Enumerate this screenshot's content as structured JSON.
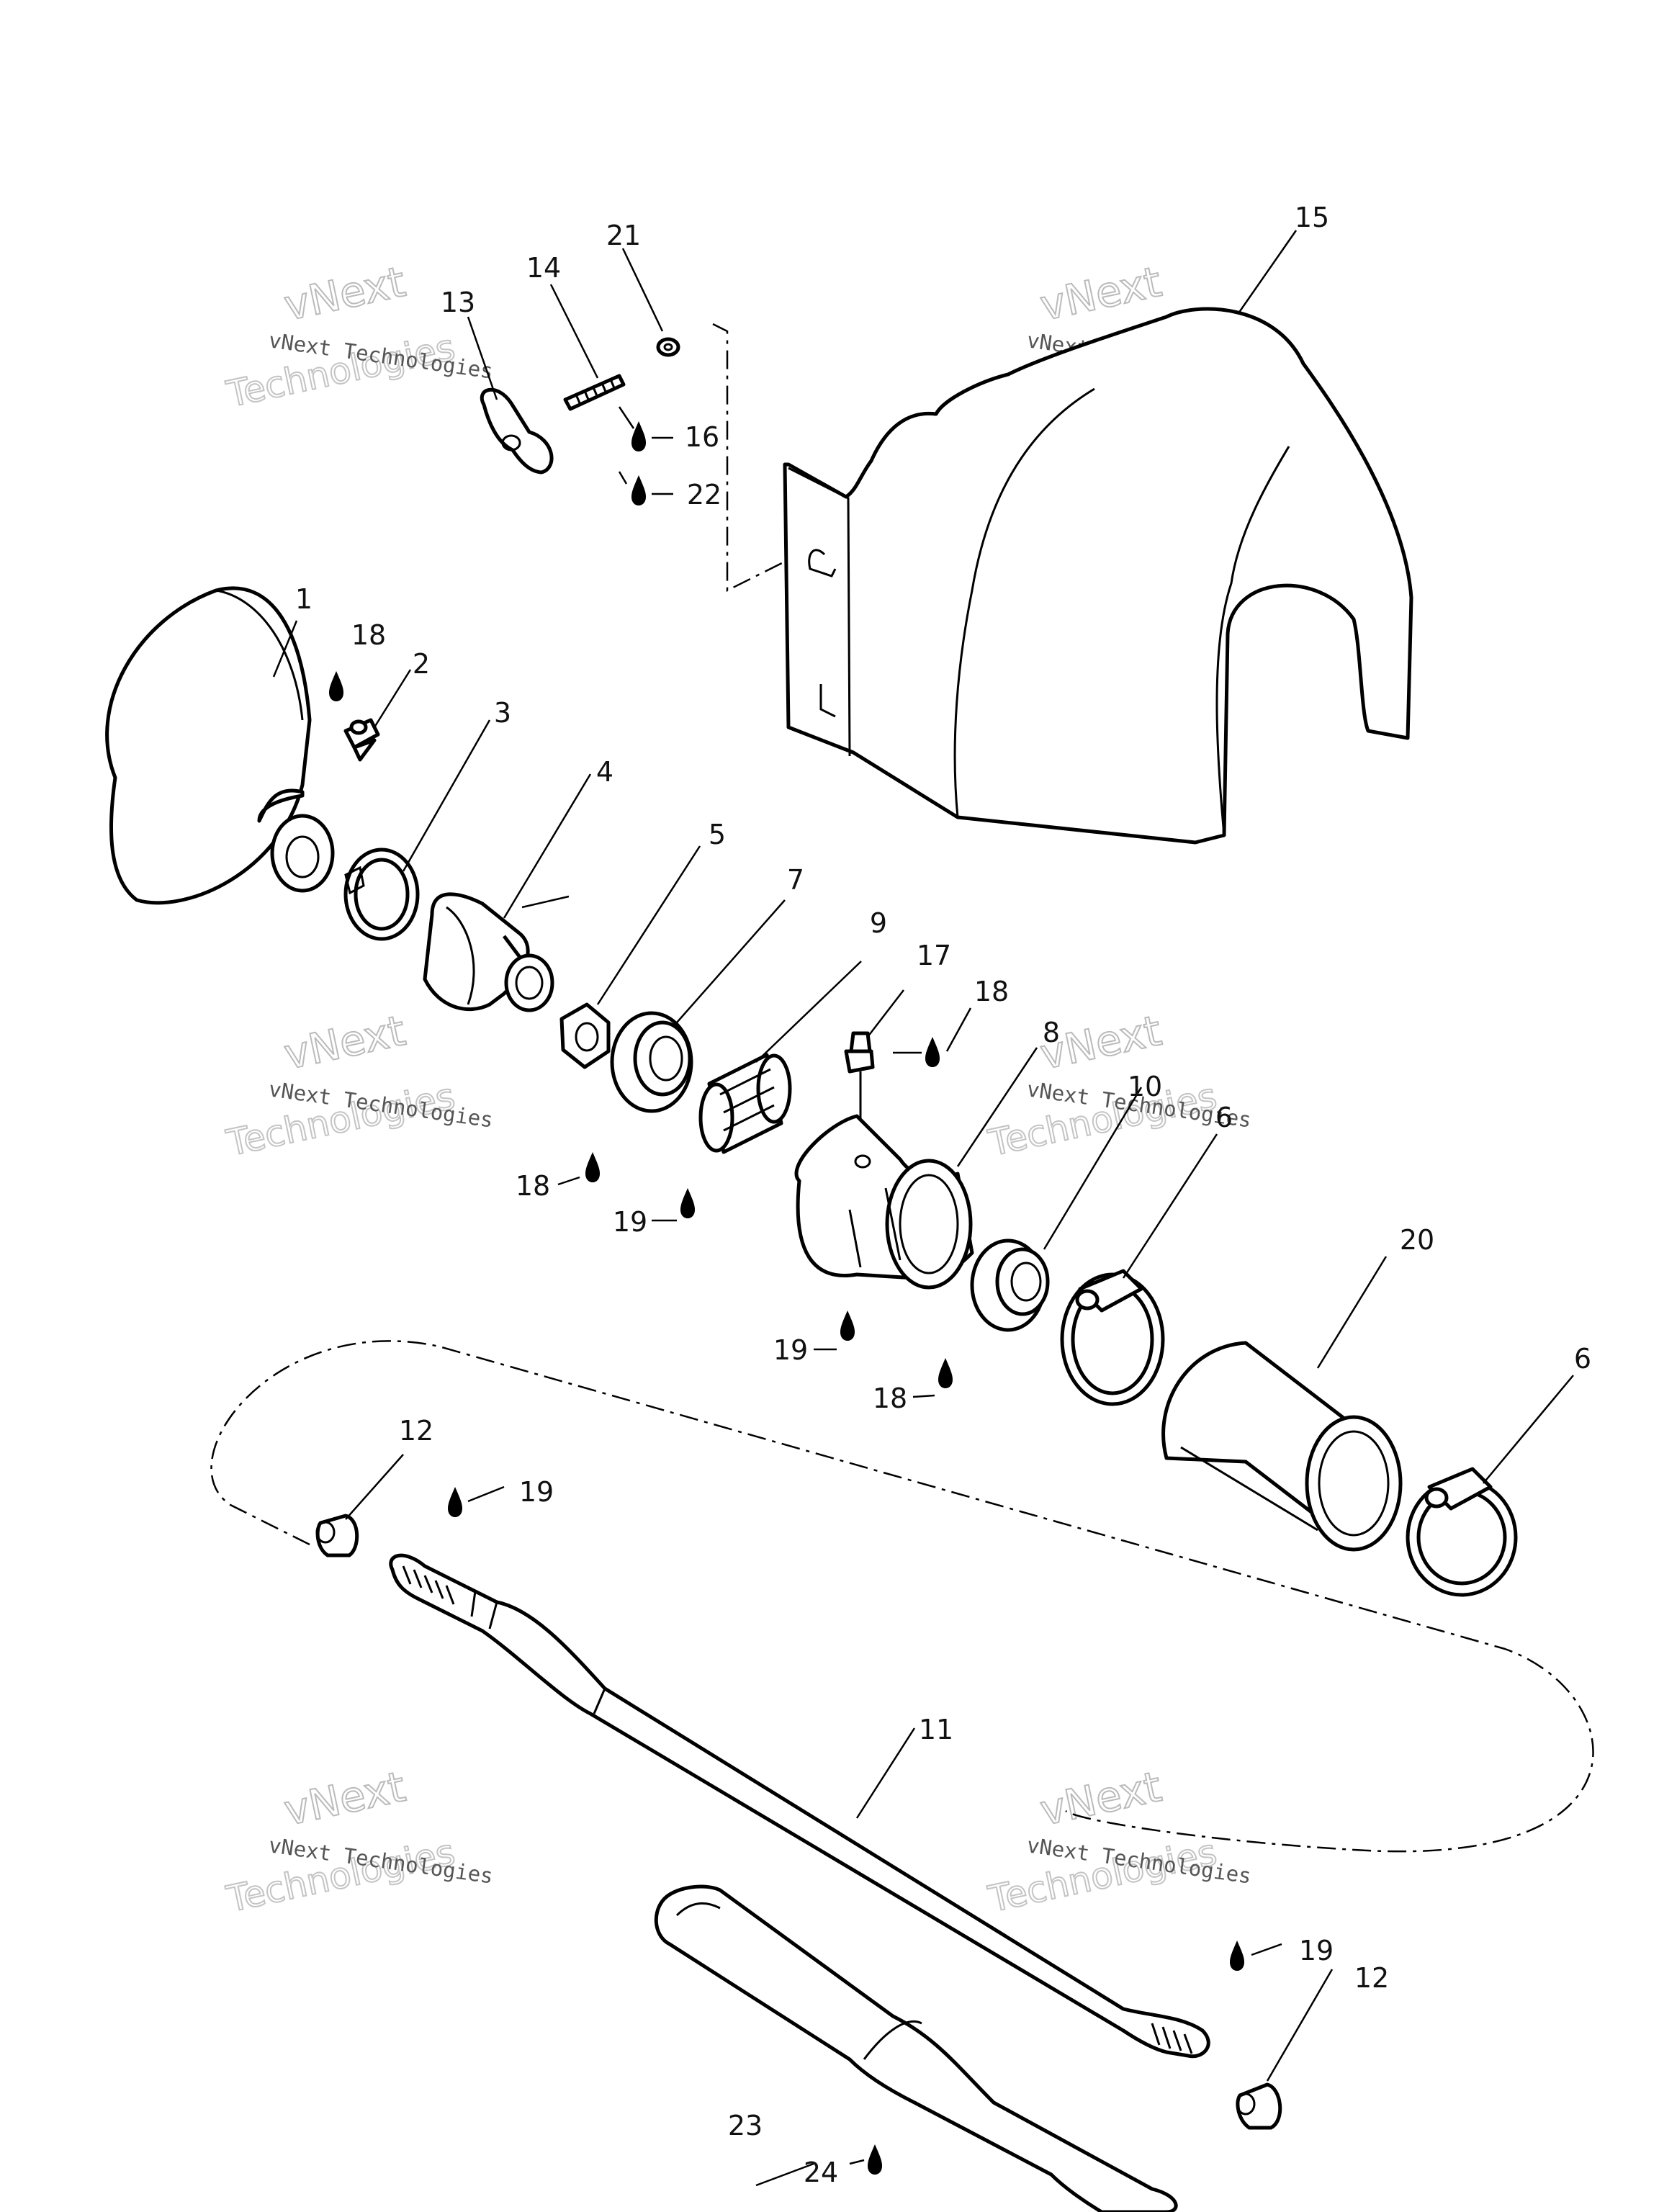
{
  "callouts": {
    "c1": "1",
    "c2": "2",
    "c3": "3",
    "c4": "4",
    "c5": "5",
    "c6a": "6",
    "c6b": "6",
    "c7": "7",
    "c8": "8",
    "c9": "9",
    "c10": "10",
    "c11": "11",
    "c12a": "12",
    "c12b": "12",
    "c13": "13",
    "c14": "14",
    "c15": "15",
    "c16": "16",
    "c17": "17",
    "c18a": "18",
    "c18b": "18",
    "c18c": "18",
    "c18d": "18",
    "c19a": "19",
    "c19b": "19",
    "c19c": "19",
    "c19d": "19",
    "c20": "20",
    "c21": "21",
    "c22": "22",
    "c23": "23",
    "c24": "24"
  },
  "watermark": {
    "brand": "vNext Technologies",
    "line1": "vNext",
    "line2": "Technologies"
  },
  "icons": {
    "lubricant": "oil-drop-icon"
  }
}
